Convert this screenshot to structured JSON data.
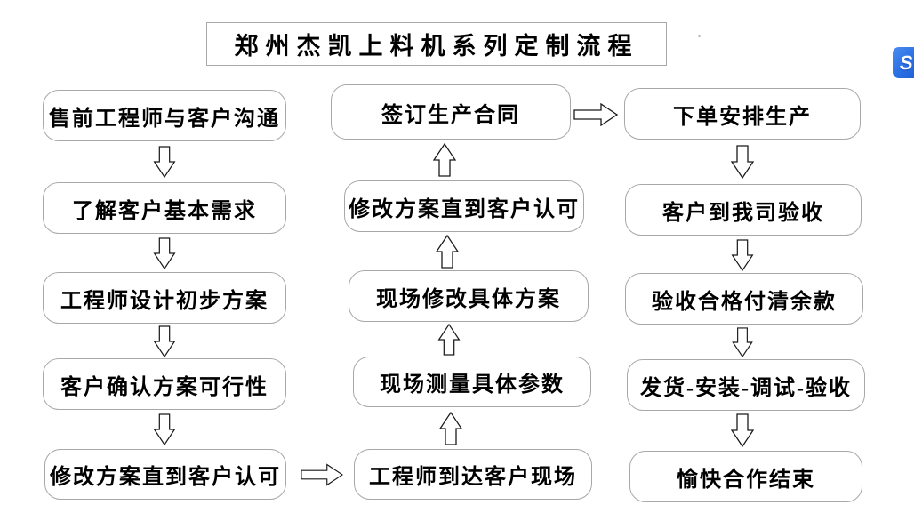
{
  "title": {
    "text": "郑州杰凯上料机系列定制流程"
  },
  "flow": {
    "left_column": {
      "direction": "down",
      "boxes": [
        "售前工程师与客户沟通",
        "了解客户基本需求",
        "工程师设计初步方案",
        "客户确认方案可行性",
        "修改方案直到客户认可"
      ]
    },
    "middle_column": {
      "direction": "up",
      "boxes": [
        "签订生产合同",
        "修改方案直到客户认可",
        "现场修改具体方案",
        "现场测量具体参数",
        "工程师到达客户现场"
      ]
    },
    "right_column": {
      "direction": "down",
      "boxes": [
        "下单安排生产",
        "客户到我司验收",
        "验收合格付清余款",
        "发货-安装-调试-验收",
        "愉快合作结束"
      ]
    },
    "connectors": [
      {
        "from": "修改方案直到客户认可",
        "to": "工程师到达客户现场",
        "direction": "right"
      },
      {
        "from": "签订生产合同",
        "to": "下单安排生产",
        "direction": "right"
      }
    ]
  },
  "floating_badge": {
    "glyph": "S"
  },
  "colors": {
    "box_border": "#a8a8a8",
    "arrow_stroke": "#1a1a1a",
    "badge_blue": "#2a6fe4",
    "text": "#000000",
    "background": "#ffffff"
  }
}
